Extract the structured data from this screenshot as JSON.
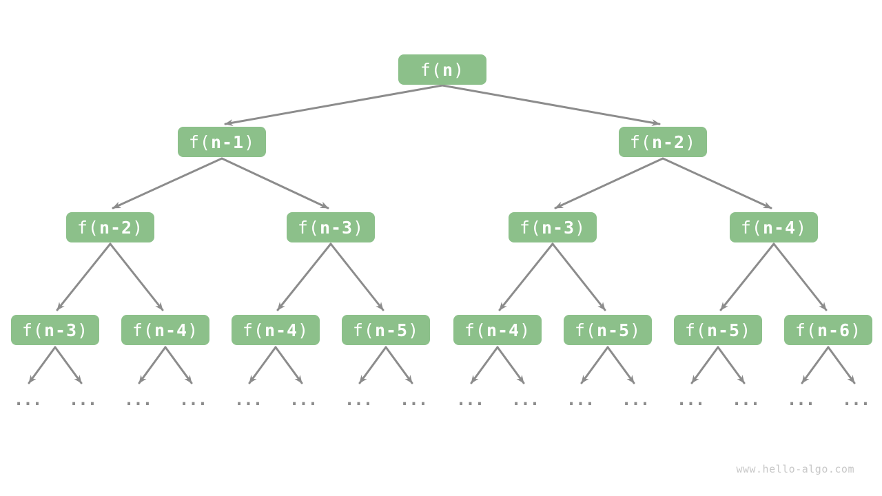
{
  "palette": {
    "node_fill": "#8cc08a",
    "node_text": "#ffffff",
    "arrow": "#8c8c8c",
    "watermark_color": "#c8c8c8",
    "background": "#ffffff"
  },
  "watermark": "www.hello-algo.com",
  "tree": {
    "leaf_ellipsis": "...",
    "levels": [
      {
        "name": "level-1",
        "nodes": [
          {
            "pre": "f(",
            "arg": "n",
            "post": ")"
          }
        ]
      },
      {
        "name": "level-2",
        "nodes": [
          {
            "pre": "f(",
            "arg": "n-1",
            "post": ")"
          },
          {
            "pre": "f(",
            "arg": "n-2",
            "post": ")"
          }
        ]
      },
      {
        "name": "level-3",
        "nodes": [
          {
            "pre": "f(",
            "arg": "n-2",
            "post": ")"
          },
          {
            "pre": "f(",
            "arg": "n-3",
            "post": ")"
          },
          {
            "pre": "f(",
            "arg": "n-3",
            "post": ")"
          },
          {
            "pre": "f(",
            "arg": "n-4",
            "post": ")"
          }
        ]
      },
      {
        "name": "level-4",
        "nodes": [
          {
            "pre": "f(",
            "arg": "n-3",
            "post": ")"
          },
          {
            "pre": "f(",
            "arg": "n-4",
            "post": ")"
          },
          {
            "pre": "f(",
            "arg": "n-4",
            "post": ")"
          },
          {
            "pre": "f(",
            "arg": "n-5",
            "post": ")"
          },
          {
            "pre": "f(",
            "arg": "n-4",
            "post": ")"
          },
          {
            "pre": "f(",
            "arg": "n-5",
            "post": ")"
          },
          {
            "pre": "f(",
            "arg": "n-5",
            "post": ")"
          },
          {
            "pre": "f(",
            "arg": "n-6",
            "post": ")"
          }
        ]
      }
    ]
  }
}
